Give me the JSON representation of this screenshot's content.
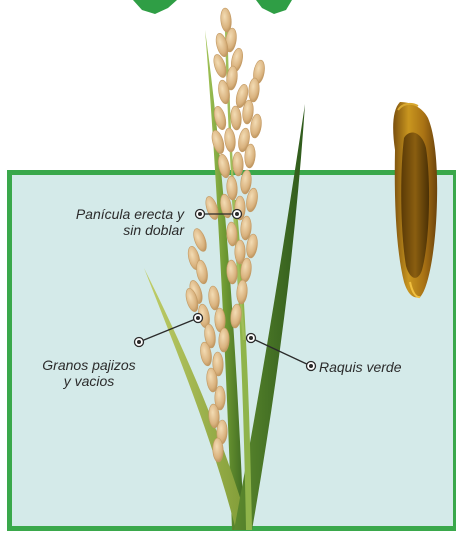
{
  "labels": {
    "panicle_line1": "Panícula erecta y",
    "panicle_line2": "sin doblar",
    "grains_line1": "Granos pajizos",
    "grains_line2": "y vacios",
    "rachis": "Raquis verde"
  },
  "colors": {
    "frame_border": "#3aa84b",
    "water": "#d4eae9",
    "arrow": "#2f9e45",
    "grain": "#ddb98a",
    "leaf_dark": "#4f7a2a",
    "leaf_light": "#9cbf4a",
    "seed_hull": "#b98516"
  },
  "icons": [
    "arrow-up-icon",
    "rice-grain-closeup-icon"
  ]
}
